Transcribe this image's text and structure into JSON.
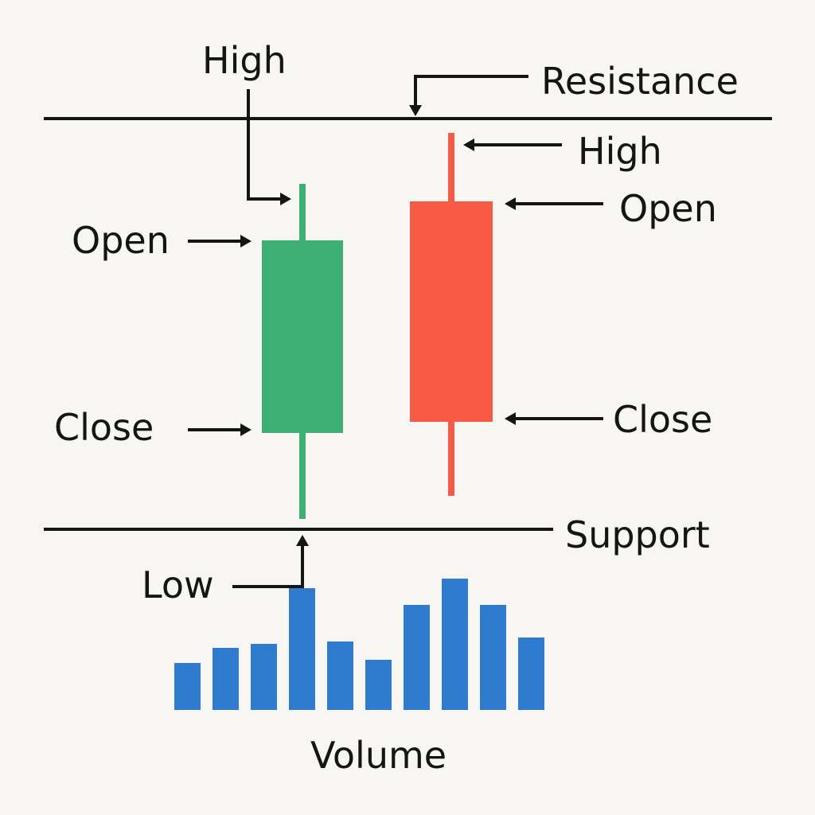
{
  "labels": {
    "resistance": "Resistance",
    "support": "Support",
    "volume": "Volume",
    "green_candle": {
      "high": "High",
      "open": "Open",
      "close": "Close",
      "low": "Low"
    },
    "red_candle": {
      "high": "High",
      "open": "Open",
      "close": "Close"
    }
  },
  "colors": {
    "background": "#f8f6f2",
    "ink": "#151515",
    "bullish": "#3daf73",
    "bearish": "#f65a45",
    "volume": "#2f7bd0"
  },
  "volume_levels": [
    0.36,
    0.47,
    0.5,
    0.93,
    0.52,
    0.38,
    0.8,
    1.0,
    0.8,
    0.55
  ]
}
